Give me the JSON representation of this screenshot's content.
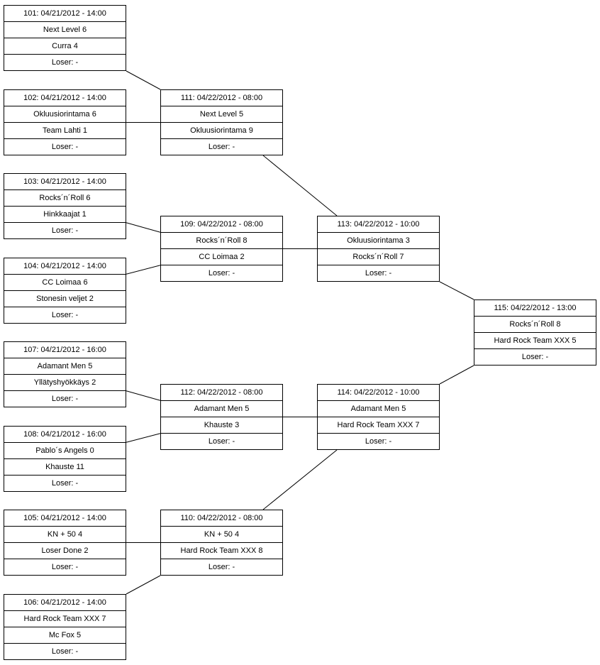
{
  "colors": {
    "background": "#ffffff",
    "border": "#000000",
    "text": "#000000"
  },
  "bracket": {
    "matches": [
      {
        "id": "101",
        "header": "101: 04/21/2012 - 14:00",
        "team1": "Next Level 6",
        "team2": "Curra 4",
        "loser": "Loser: -"
      },
      {
        "id": "102",
        "header": "102: 04/21/2012 - 14:00",
        "team1": "Okluusiorintama 6",
        "team2": "Team Lahti 1",
        "loser": "Loser: -"
      },
      {
        "id": "103",
        "header": "103: 04/21/2012 - 14:00",
        "team1": "Rocks´n´Roll 6",
        "team2": "Hinkkaajat 1",
        "loser": "Loser: -"
      },
      {
        "id": "104",
        "header": "104: 04/21/2012 - 14:00",
        "team1": "CC Loimaa 6",
        "team2": "Stonesin veljet 2",
        "loser": "Loser: -"
      },
      {
        "id": "107",
        "header": "107: 04/21/2012 - 16:00",
        "team1": "Adamant Men 5",
        "team2": "Yllätyshyökkäys 2",
        "loser": "Loser: -"
      },
      {
        "id": "108",
        "header": "108: 04/21/2012 - 16:00",
        "team1": "Pablo´s Angels 0",
        "team2": "Khauste 11",
        "loser": "Loser: -"
      },
      {
        "id": "105",
        "header": "105: 04/21/2012 - 14:00",
        "team1": "KN + 50 4",
        "team2": "Loser Done 2",
        "loser": "Loser: -"
      },
      {
        "id": "106",
        "header": "106: 04/21/2012 - 14:00",
        "team1": "Hard Rock Team XXX 7",
        "team2": "Mc Fox 5",
        "loser": "Loser: -"
      },
      {
        "id": "111",
        "header": "111: 04/22/2012 - 08:00",
        "team1": "Next Level 5",
        "team2": "Okluusiorintama 9",
        "loser": "Loser: -"
      },
      {
        "id": "109",
        "header": "109: 04/22/2012 - 08:00",
        "team1": "Rocks´n´Roll 8",
        "team2": "CC Loimaa 2",
        "loser": "Loser: -"
      },
      {
        "id": "112",
        "header": "112: 04/22/2012 - 08:00",
        "team1": "Adamant Men 5",
        "team2": "Khauste 3",
        "loser": "Loser: -"
      },
      {
        "id": "110",
        "header": "110: 04/22/2012 - 08:00",
        "team1": "KN + 50 4",
        "team2": "Hard Rock Team XXX 8",
        "loser": "Loser: -"
      },
      {
        "id": "113",
        "header": "113: 04/22/2012 - 10:00",
        "team1": "Okluusiorintama 3",
        "team2": "Rocks´n´Roll 7",
        "loser": "Loser: -"
      },
      {
        "id": "114",
        "header": "114: 04/22/2012 - 10:00",
        "team1": "Adamant Men 5",
        "team2": "Hard Rock Team XXX 7",
        "loser": "Loser: -"
      },
      {
        "id": "115",
        "header": "115: 04/22/2012 - 13:00",
        "team1": "Rocks´n´Roll 8",
        "team2": "Hard Rock Team XXX 5",
        "loser": "Loser: -"
      }
    ]
  }
}
